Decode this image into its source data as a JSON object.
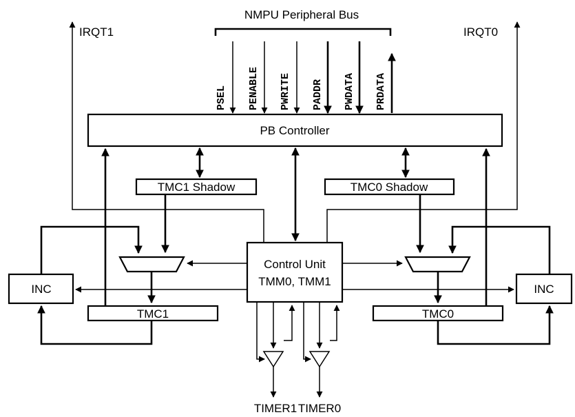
{
  "bus": {
    "title": "NMPU Peripheral Bus",
    "signals": [
      "PSEL",
      "PENABLE",
      "PWRITE",
      "PADDR",
      "PWDATA",
      "PRDATA"
    ]
  },
  "irq": {
    "left": "IRQT1",
    "right": "IRQT0"
  },
  "blocks": {
    "pb_controller": "PB Controller",
    "tmc1_shadow": "TMC1 Shadow",
    "tmc0_shadow": "TMC0 Shadow",
    "control_unit_line1": "Control Unit",
    "control_unit_line2": "TMM0, TMM1",
    "inc_left": "INC",
    "inc_right": "INC",
    "tmc1": "TMC1",
    "tmc0": "TMC0"
  },
  "outputs": {
    "timer1": "TIMER1",
    "timer0": "TIMER0"
  }
}
